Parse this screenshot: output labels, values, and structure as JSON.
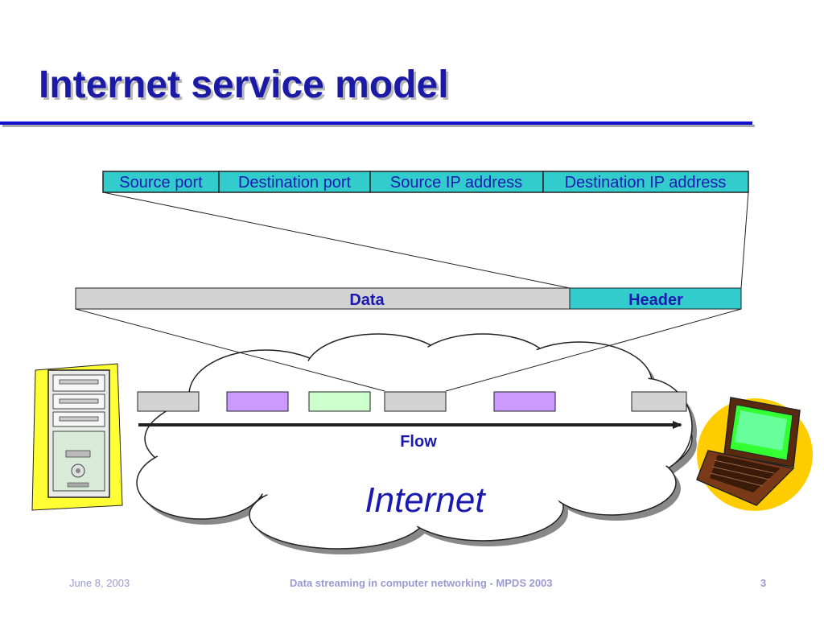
{
  "title": "Internet service model",
  "header_fields": [
    "Source port",
    "Destination port",
    "Source IP address",
    "Destination IP address"
  ],
  "packet": {
    "data_label": "Data",
    "header_label": "Header"
  },
  "flow_label": "Flow",
  "cloud_label": "Internet",
  "packet_stream_colors": [
    "#d3d3d3",
    "#cc99ff",
    "#ccffcc",
    "#d3d3d3",
    "#cc99ff",
    "#d3d3d3"
  ],
  "colors": {
    "title": "#1a1aa6",
    "accent_rule": "#1010d0",
    "header_fill": "#33cccc",
    "data_fill": "#d3d3d3",
    "text": "#1a1ab0",
    "footer_text": "#9a9ad0"
  },
  "icons": {
    "sender": "desktop-computer-icon",
    "receiver": "laptop-computer-icon"
  },
  "footer": {
    "date": "June 8, 2003",
    "center": "Data streaming in computer networking - MPDS 2003",
    "page": "3"
  }
}
